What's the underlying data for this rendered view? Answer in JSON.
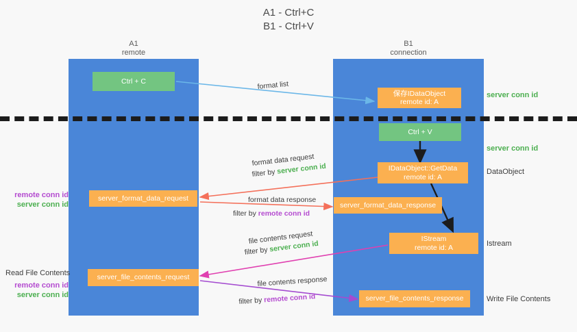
{
  "title": {
    "line1": "A1 - Ctrl+C",
    "line2": "B1 - Ctrl+V"
  },
  "columns": [
    {
      "name": "A1",
      "role": "remote"
    },
    {
      "name": "B1",
      "role": "connection"
    }
  ],
  "boxes": [
    {
      "id": "ctrl-c",
      "line1": "Ctrl + C",
      "line2": "",
      "color": "#73c581"
    },
    {
      "id": "save-idataobject",
      "line1": "保存IDataObject",
      "line2": "remote id: A",
      "color": "#fbb050"
    },
    {
      "id": "ctrl-v",
      "line1": "Ctrl + V",
      "line2": "",
      "color": "#73c581"
    },
    {
      "id": "idataobject-getdata",
      "line1": "IDataObject::GetData",
      "line2": "remote id: A",
      "color": "#fbb050"
    },
    {
      "id": "server-format-data-request",
      "line1": "server_format_data_request",
      "line2": "",
      "color": "#fbb050"
    },
    {
      "id": "server-format-data-response",
      "line1": "server_format_data_response",
      "line2": "",
      "color": "#fbb050"
    },
    {
      "id": "istream",
      "line1": "IStream",
      "line2": "remote id: A",
      "color": "#fbb050"
    },
    {
      "id": "server-file-contents-request",
      "line1": "server_file_contents_request",
      "line2": "",
      "color": "#fbb050"
    },
    {
      "id": "server-file-contents-response",
      "line1": "server_file_contents_response",
      "line2": "",
      "color": "#fbb050"
    }
  ],
  "arrow_labels": [
    {
      "id": "format-list",
      "text": "format list"
    },
    {
      "id": "format-data-request",
      "text": "format data request"
    },
    {
      "id": "format-data-response",
      "text": "format data response"
    },
    {
      "id": "file-contents-request",
      "text": "file contents request"
    },
    {
      "id": "file-contents-response",
      "text": "file contents response"
    }
  ],
  "filters": [
    {
      "id": "filter-fdreq",
      "prefix": "filter by ",
      "value": "server conn id",
      "color": "#4caf50"
    },
    {
      "id": "filter-fdresp",
      "prefix": "filter by ",
      "value": "remote conn id",
      "color": "#b44bd0"
    },
    {
      "id": "filter-fcreq",
      "prefix": "filter by ",
      "value": "server conn id",
      "color": "#4caf50"
    },
    {
      "id": "filter-fcresp",
      "prefix": "filter by ",
      "value": "remote conn id",
      "color": "#b44bd0"
    }
  ],
  "right_labels": [
    {
      "id": "server-conn-id-1",
      "text": "server conn id",
      "color": "#4caf50"
    },
    {
      "id": "server-conn-id-2",
      "text": "server conn id",
      "color": "#4caf50"
    },
    {
      "id": "dataobject",
      "text": "DataObject",
      "color": "#3c3c3c"
    },
    {
      "id": "istream-label",
      "text": "Istream",
      "color": "#3c3c3c"
    },
    {
      "id": "write-file-contents",
      "text": "Write File Contents",
      "color": "#3c3c3c"
    }
  ],
  "left_labels": {
    "group1": [
      {
        "id": "remote-conn-id-1",
        "text": "remote conn id",
        "color": "#b44bd0"
      },
      {
        "id": "server-conn-id-3",
        "text": "server conn id",
        "color": "#4caf50"
      }
    ],
    "read_file_contents": "Read File Contents",
    "group2": [
      {
        "id": "remote-conn-id-2",
        "text": "remote conn id",
        "color": "#b44bd0"
      },
      {
        "id": "server-conn-id-4",
        "text": "server conn id",
        "color": "#4caf50"
      }
    ]
  },
  "colors": {
    "lane": "#4a86d8",
    "green_box": "#73c581",
    "orange_box": "#fbb050",
    "arrow_blue": "#6bb7e8",
    "arrow_red": "#f4705a",
    "arrow_magenta": "#e040b0",
    "arrow_purple": "#a44bd0",
    "arrow_black": "#1c1c1c",
    "divider": "#1c1c1c",
    "background": "#f8f8f8"
  }
}
